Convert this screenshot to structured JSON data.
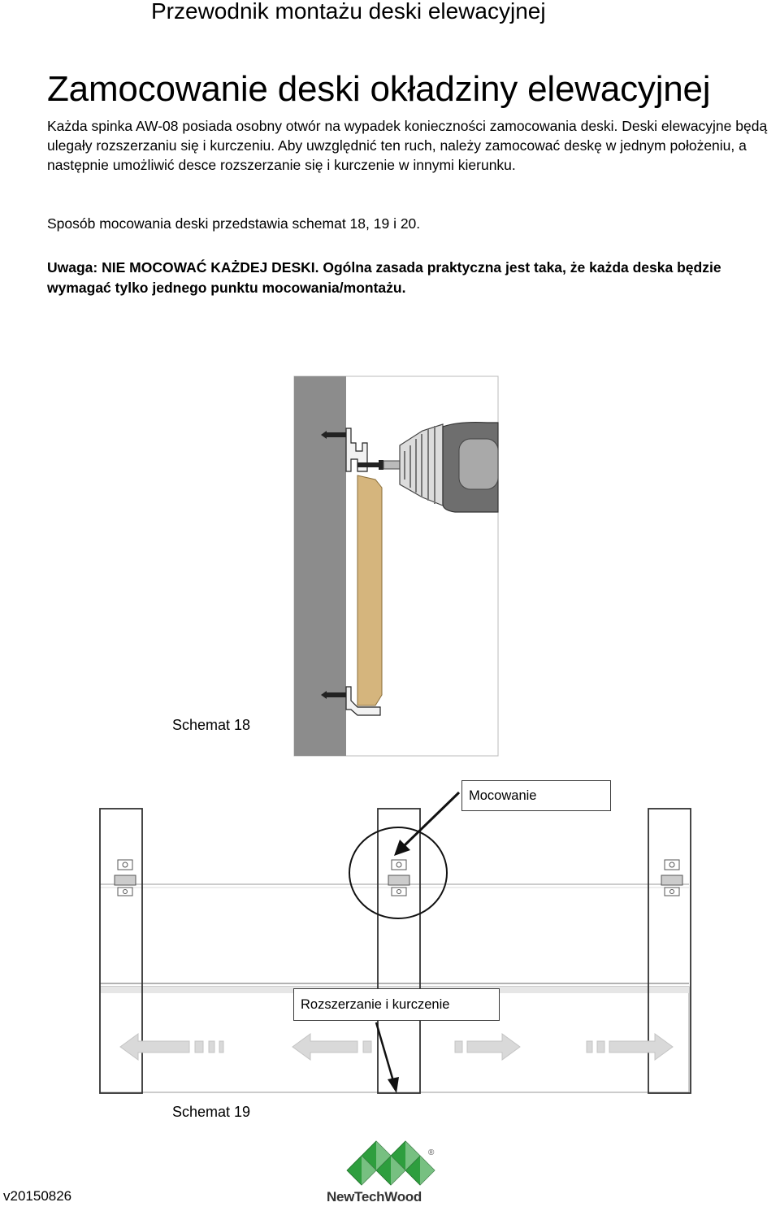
{
  "header": {
    "title": "Przewodnik montażu deski elewacyjnej"
  },
  "main": {
    "title": "Zamocowanie deski okładziny elewacyjnej",
    "paragraph1": "Każda spinka AW-08 posiada osobny otwór na wypadek konieczności zamocowania deski. Deski elewacyjne będą ulegały rozszerzaniu się i kurczeniu. Aby uwzględnić ten ruch, należy zamocować deskę w jednym położeniu, a następnie umożliwić desce rozszerzanie się i kurczenie w innymi kierunku.",
    "paragraph2": "Sposób mocowania deski przedstawia schemat 18, 19 i 20.",
    "warning": "Uwaga: NIE MOCOWAĆ KAŻDEJ DESKI. Ogólna zasada praktyczna jest taka, że każda deska będzie wymagać tylko jednego punktu mocowania/montażu."
  },
  "figures": {
    "schemat18": {
      "caption": "Schemat 18"
    },
    "schemat19": {
      "caption": "Schemat 19",
      "callout_fixing": "Mocowanie",
      "callout_movement": "Rozszerzanie i kurczenie"
    }
  },
  "footer": {
    "version": "v20150826",
    "logo_text": "NewTechWood",
    "logo_icon": "green-pyramid-logo-icon"
  },
  "colors": {
    "wall": "#8c8c8c",
    "board": "#d5b57d",
    "drill_body": "#6e6e6e",
    "arrow_fill": "#d9d9d9",
    "logo_green": "#2e9e3e"
  }
}
